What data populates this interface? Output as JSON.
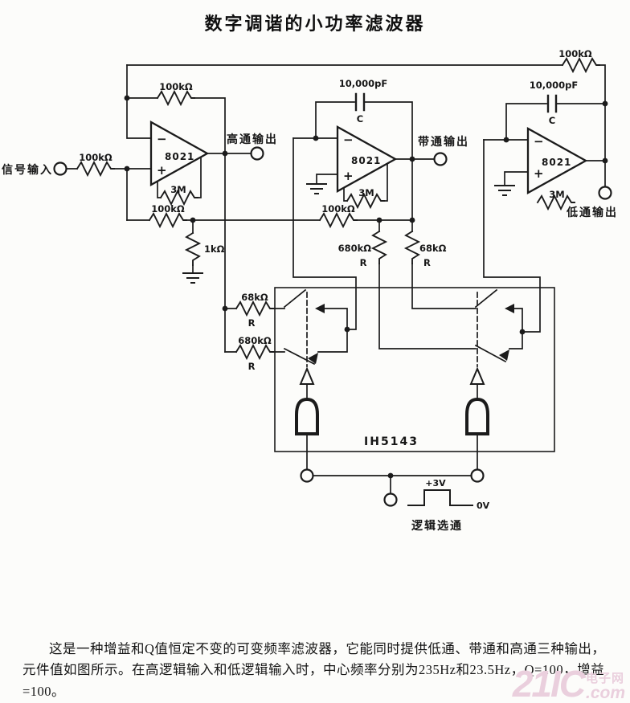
{
  "page": {
    "title": "数字调谐的小功率滤波器"
  },
  "labels": {
    "signal_input": "信号输入",
    "highpass_output": "高通输出",
    "bandpass_output": "带通输出",
    "lowpass_output": "低通输出",
    "logic_strobe": "逻辑选通",
    "plus_3v": "+3V",
    "zero_v": "0V",
    "ic_name": "IH5143",
    "opamp_model": "8021",
    "minus": "−",
    "plus": "+"
  },
  "components": {
    "r100k": "100kΩ",
    "r1k": "1kΩ",
    "r680k": "680kΩ",
    "r68k": "68kΩ",
    "r3m": "3M",
    "r_generic": "R",
    "cap_value": "10,000pF",
    "cap_name": "C"
  },
  "description": "这是一种增益和Q值恒定不变的可变频率滤波器，它能同时提供低通、带通和高通三种输出，元件值如图所示。在高逻辑输入和低逻辑输入时，中心频率分别为235Hz和23.5Hz，Q=100，增益=100。",
  "watermark": {
    "brand": "21IC",
    "domain": ".com",
    "site_cn": "电子网"
  }
}
